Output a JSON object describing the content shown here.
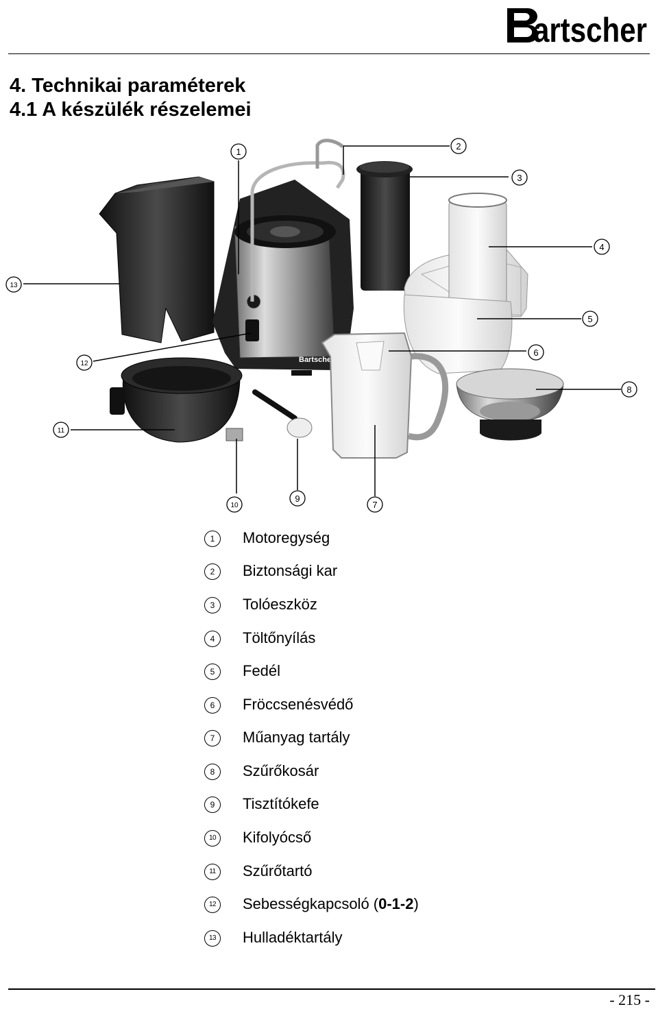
{
  "brand": {
    "logo_text": "Bartscher",
    "appliance_badge_text": "Bartscher"
  },
  "heading": {
    "title": "4. Technikai paraméterek",
    "subtitle": "4.1 A készülék részelemei"
  },
  "figure": {
    "icons": [
      "juicer-exploded-view-illustration"
    ],
    "callout_numbers": [
      "1",
      "2",
      "3",
      "4",
      "5",
      "6",
      "7",
      "8",
      "9",
      "10",
      "11",
      "12",
      "13"
    ]
  },
  "legend": [
    {
      "num": "1",
      "label": "Motoregység"
    },
    {
      "num": "2",
      "label": "Biztonsági kar"
    },
    {
      "num": "3",
      "label": "Tolóeszköz"
    },
    {
      "num": "4",
      "label": "Töltőnyílás"
    },
    {
      "num": "5",
      "label": "Fedél"
    },
    {
      "num": "6",
      "label": "Fröccsenésvédő"
    },
    {
      "num": "7",
      "label": "Műanyag tartály"
    },
    {
      "num": "8",
      "label": "Szűrőkosár"
    },
    {
      "num": "9",
      "label": "Tisztítókefe"
    },
    {
      "num": "10",
      "label": "Kifolyócső"
    },
    {
      "num": "11",
      "label": "Szűrőtartó"
    },
    {
      "num": "12",
      "label_prefix": "Sebességkapcsoló (",
      "label_bold": "0-1-2",
      "label_suffix": ")"
    },
    {
      "num": "13",
      "label": "Hulladéktartály"
    }
  ],
  "footer": {
    "page_number": "- 215 -"
  }
}
